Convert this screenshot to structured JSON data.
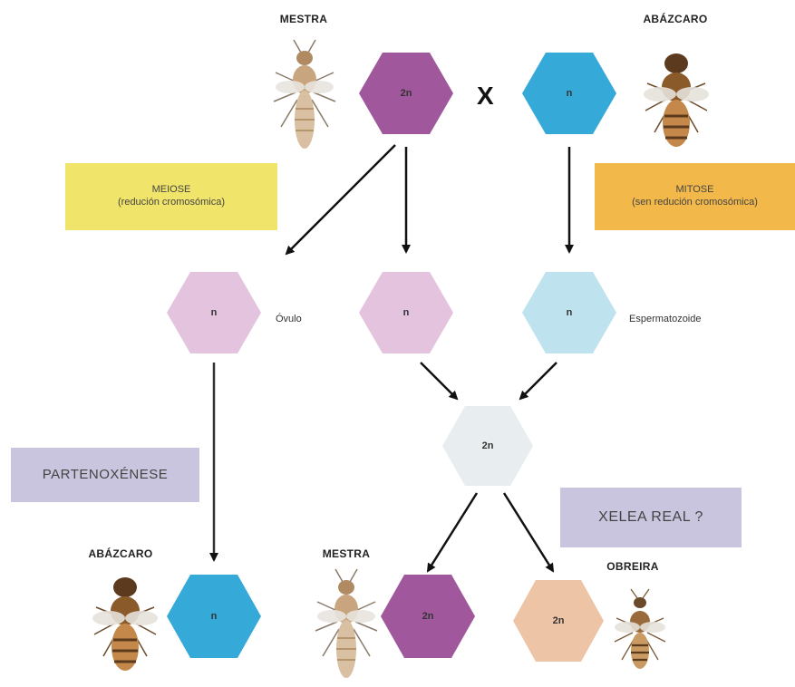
{
  "top": {
    "queen_label": "MESTRA",
    "drone_label": "ABÁZCARO",
    "cross_symbol": "X",
    "queen_ploidy": "2n",
    "drone_ploidy": "n"
  },
  "processes": {
    "meiosis_title": "MEIOSE",
    "meiosis_sub": "(redución cromosómica)",
    "mitosis_title": "MITOSE",
    "mitosis_sub": "(sen redución cromosómica)"
  },
  "gametes": {
    "ovule1_ploidy": "n",
    "ovule_label": "Óvulo",
    "ovule2_ploidy": "n",
    "sperm_ploidy": "n",
    "sperm_label": "Espermatozoide"
  },
  "zygote": {
    "ploidy": "2n"
  },
  "labels": {
    "parthenogenesis": "PARTENOXÉNESE",
    "royal_jelly": "XELEA REAL ?"
  },
  "offspring": {
    "drone_label": "ABÁZCARO",
    "drone_ploidy": "n",
    "queen_label": "MESTRA",
    "queen_ploidy": "2n",
    "worker_label": "OBREIRA",
    "worker_ploidy": "2n"
  },
  "colors": {
    "purple": "#a0579b",
    "blue": "#35a9d8",
    "light_pink": "#e3c3dd",
    "light_blue": "#bfe3ee",
    "pale_gray": "#e8edef",
    "peach": "#edc4a6",
    "yellow_box": "#f0e46a",
    "orange_box": "#f2b84a",
    "lavender_box": "#c9c5de"
  }
}
